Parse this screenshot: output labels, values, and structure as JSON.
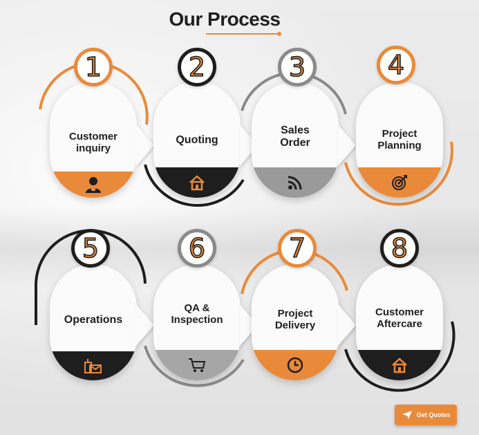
{
  "page": {
    "title": "Our Process",
    "cta_label": "Get Quotes"
  },
  "colors": {
    "orange": "#e98a3a",
    "black": "#1e1e1e",
    "gray": "#8a8a8a"
  },
  "steps": [
    {
      "number": "1",
      "label_lines": [
        "Customer",
        "inquiry"
      ],
      "accent": "orange",
      "icon": "user-icon"
    },
    {
      "number": "2",
      "label_lines": [
        "Quoting"
      ],
      "accent": "black",
      "icon": "home-icon"
    },
    {
      "number": "3",
      "label_lines": [
        "Sales",
        "Order"
      ],
      "accent": "gray",
      "icon": "rss-icon"
    },
    {
      "number": "4",
      "label_lines": [
        "Project",
        "Planning"
      ],
      "accent": "orange",
      "icon": "target-icon"
    },
    {
      "number": "5",
      "label_lines": [
        "Operations"
      ],
      "accent": "black",
      "icon": "mailbox-icon"
    },
    {
      "number": "6",
      "label_lines": [
        "QA &",
        "Inspection"
      ],
      "accent": "gray",
      "icon": "cart-icon"
    },
    {
      "number": "7",
      "label_lines": [
        "Project",
        "Delivery"
      ],
      "accent": "orange",
      "icon": "clock-icon"
    },
    {
      "number": "8",
      "label_lines": [
        "Customer",
        "Aftercare"
      ],
      "accent": "black",
      "icon": "home-icon"
    }
  ]
}
